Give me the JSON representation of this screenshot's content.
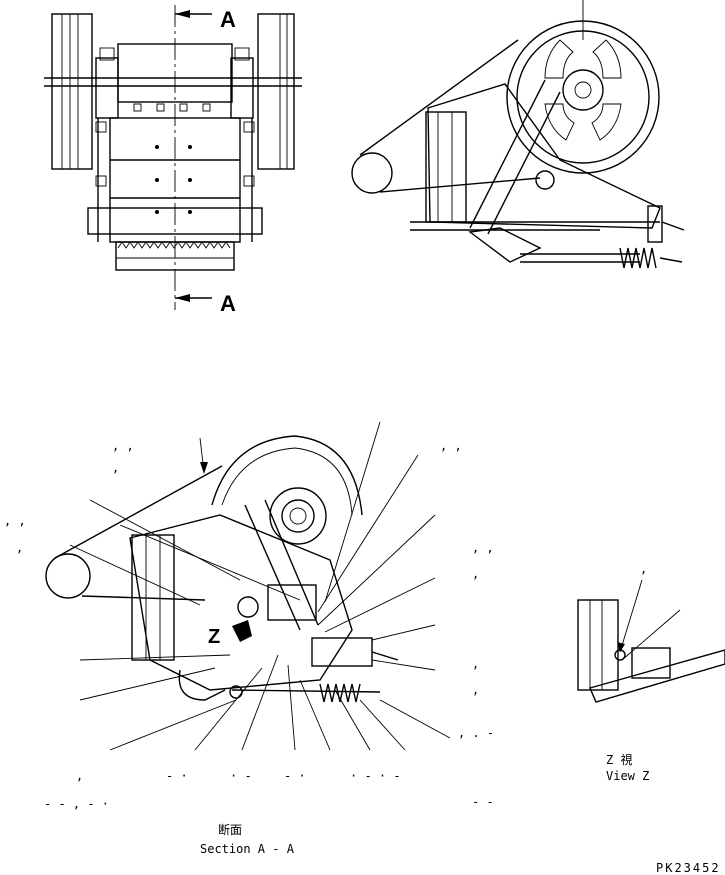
{
  "section_marker_top": "A",
  "section_marker_bottom": "A",
  "z_marker": "Z",
  "view_z": {
    "jp": "Z 視",
    "en": "View Z"
  },
  "section": {
    "jp": "断面",
    "en": "Section A - A"
  },
  "drawing_number": "PK23452",
  "callout_fragments": {
    "tl1": ",    ,",
    "tl2": ",",
    "tr1": ",    ,",
    "l1": ",   ,",
    "l2": ",",
    "r1": ",    ,",
    "r2": ",",
    "r3": ",",
    "r4": ",",
    "r5": ", . -",
    "b1": ",",
    "b2": "- ·",
    "b3": "· -",
    "b4": "- ·",
    "b5": "· - · -",
    "b6": "- - , - ·",
    "b7": "- -",
    "vz": ","
  }
}
